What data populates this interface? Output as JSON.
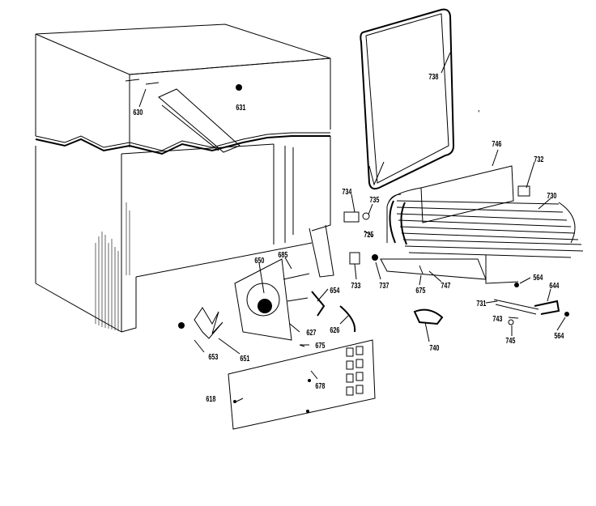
{
  "part_labels": {
    "p630": "630",
    "p631": "631",
    "p738": "738",
    "p746": "746",
    "p732": "732",
    "p734": "734",
    "p735": "735",
    "p730": "730",
    "p725": "725",
    "p685": "685",
    "p650": "650",
    "p733": "733",
    "p737": "737",
    "p675a": "675",
    "p747": "747",
    "p564a": "564",
    "p644": "644",
    "p654": "654",
    "p731": "731",
    "p743": "743",
    "p564b": "564",
    "p627": "627",
    "p626": "626",
    "p675b": "675",
    "p745": "745",
    "p740": "740",
    "p653": "653",
    "p651": "651",
    "p678": "678",
    "p618": "618"
  }
}
